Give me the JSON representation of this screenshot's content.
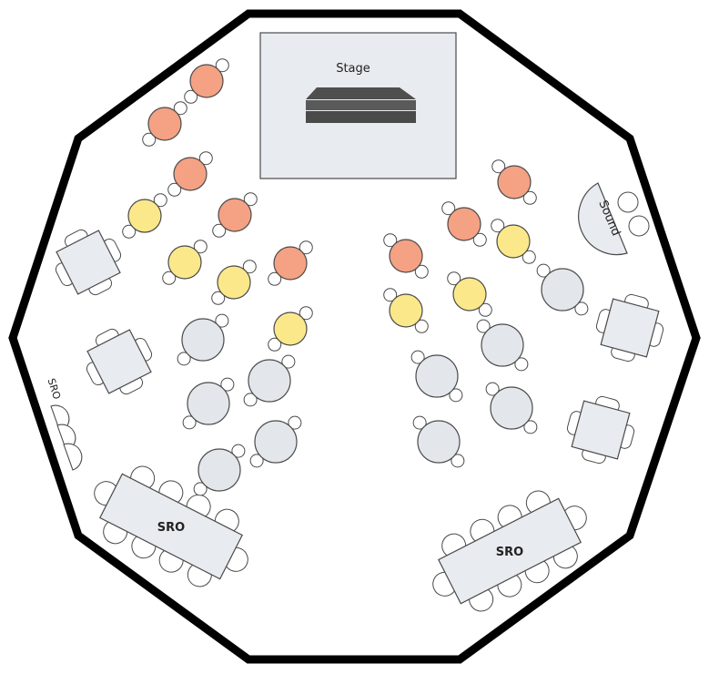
{
  "venue": {
    "stage_label": "Stage",
    "sound_label": "Sound",
    "sro_side_label": "SRO",
    "sro_left_label": "SRO",
    "sro_right_label": "SRO"
  },
  "colors": {
    "wall": "#000000",
    "table_fill": "#e8ebef",
    "chair_stroke": "#4a4a4a",
    "vip": "#f4a184",
    "premium": "#fbe88a",
    "standard": "#e3e6ea"
  },
  "seating_tiers": [
    "vip",
    "premium",
    "standard"
  ]
}
